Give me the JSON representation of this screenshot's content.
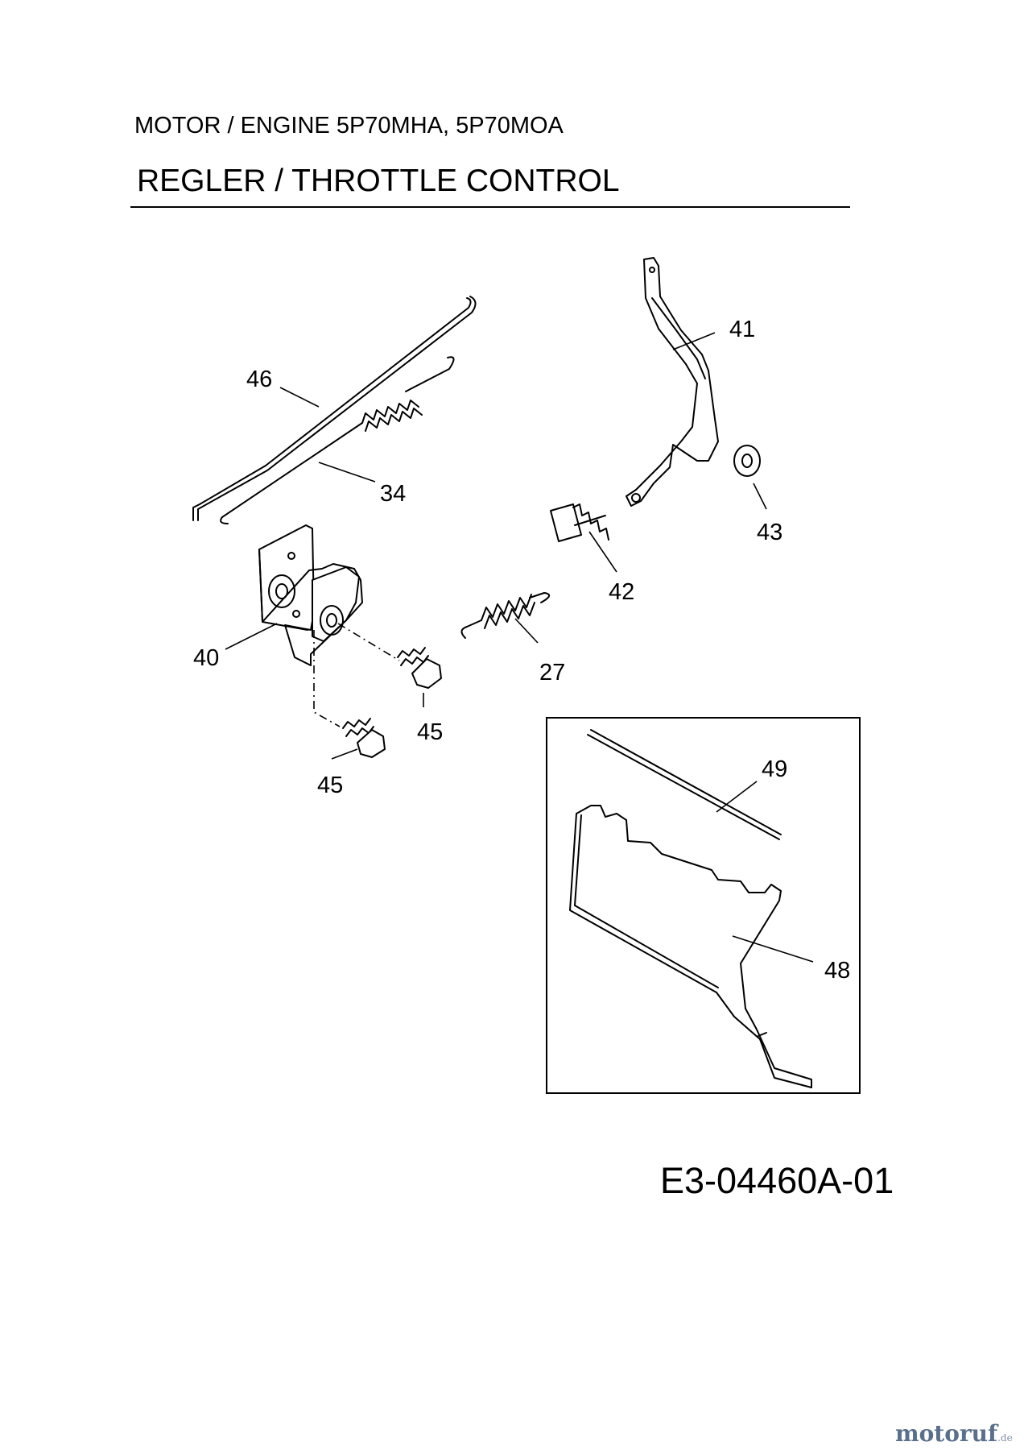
{
  "header": {
    "subtitle": "MOTOR / ENGINE 5P70MHA, 5P70MOA",
    "title": "REGLER / THROTTLE CONTROL"
  },
  "drawing_code": "E3-04460A-01",
  "watermark": {
    "main": "motoruf",
    "tld": ".de"
  },
  "callouts": [
    {
      "key": "41",
      "label": "41"
    },
    {
      "key": "46",
      "label": "46"
    },
    {
      "key": "34",
      "label": "34"
    },
    {
      "key": "43",
      "label": "43"
    },
    {
      "key": "42",
      "label": "42"
    },
    {
      "key": "40",
      "label": "40"
    },
    {
      "key": "27",
      "label": "27"
    },
    {
      "key": "45a",
      "label": "45"
    },
    {
      "key": "45b",
      "label": "45"
    },
    {
      "key": "49",
      "label": "49"
    },
    {
      "key": "48",
      "label": "48"
    }
  ],
  "colors": {
    "line": "#000000",
    "background": "#ffffff",
    "watermark": "#5a6f8c"
  }
}
